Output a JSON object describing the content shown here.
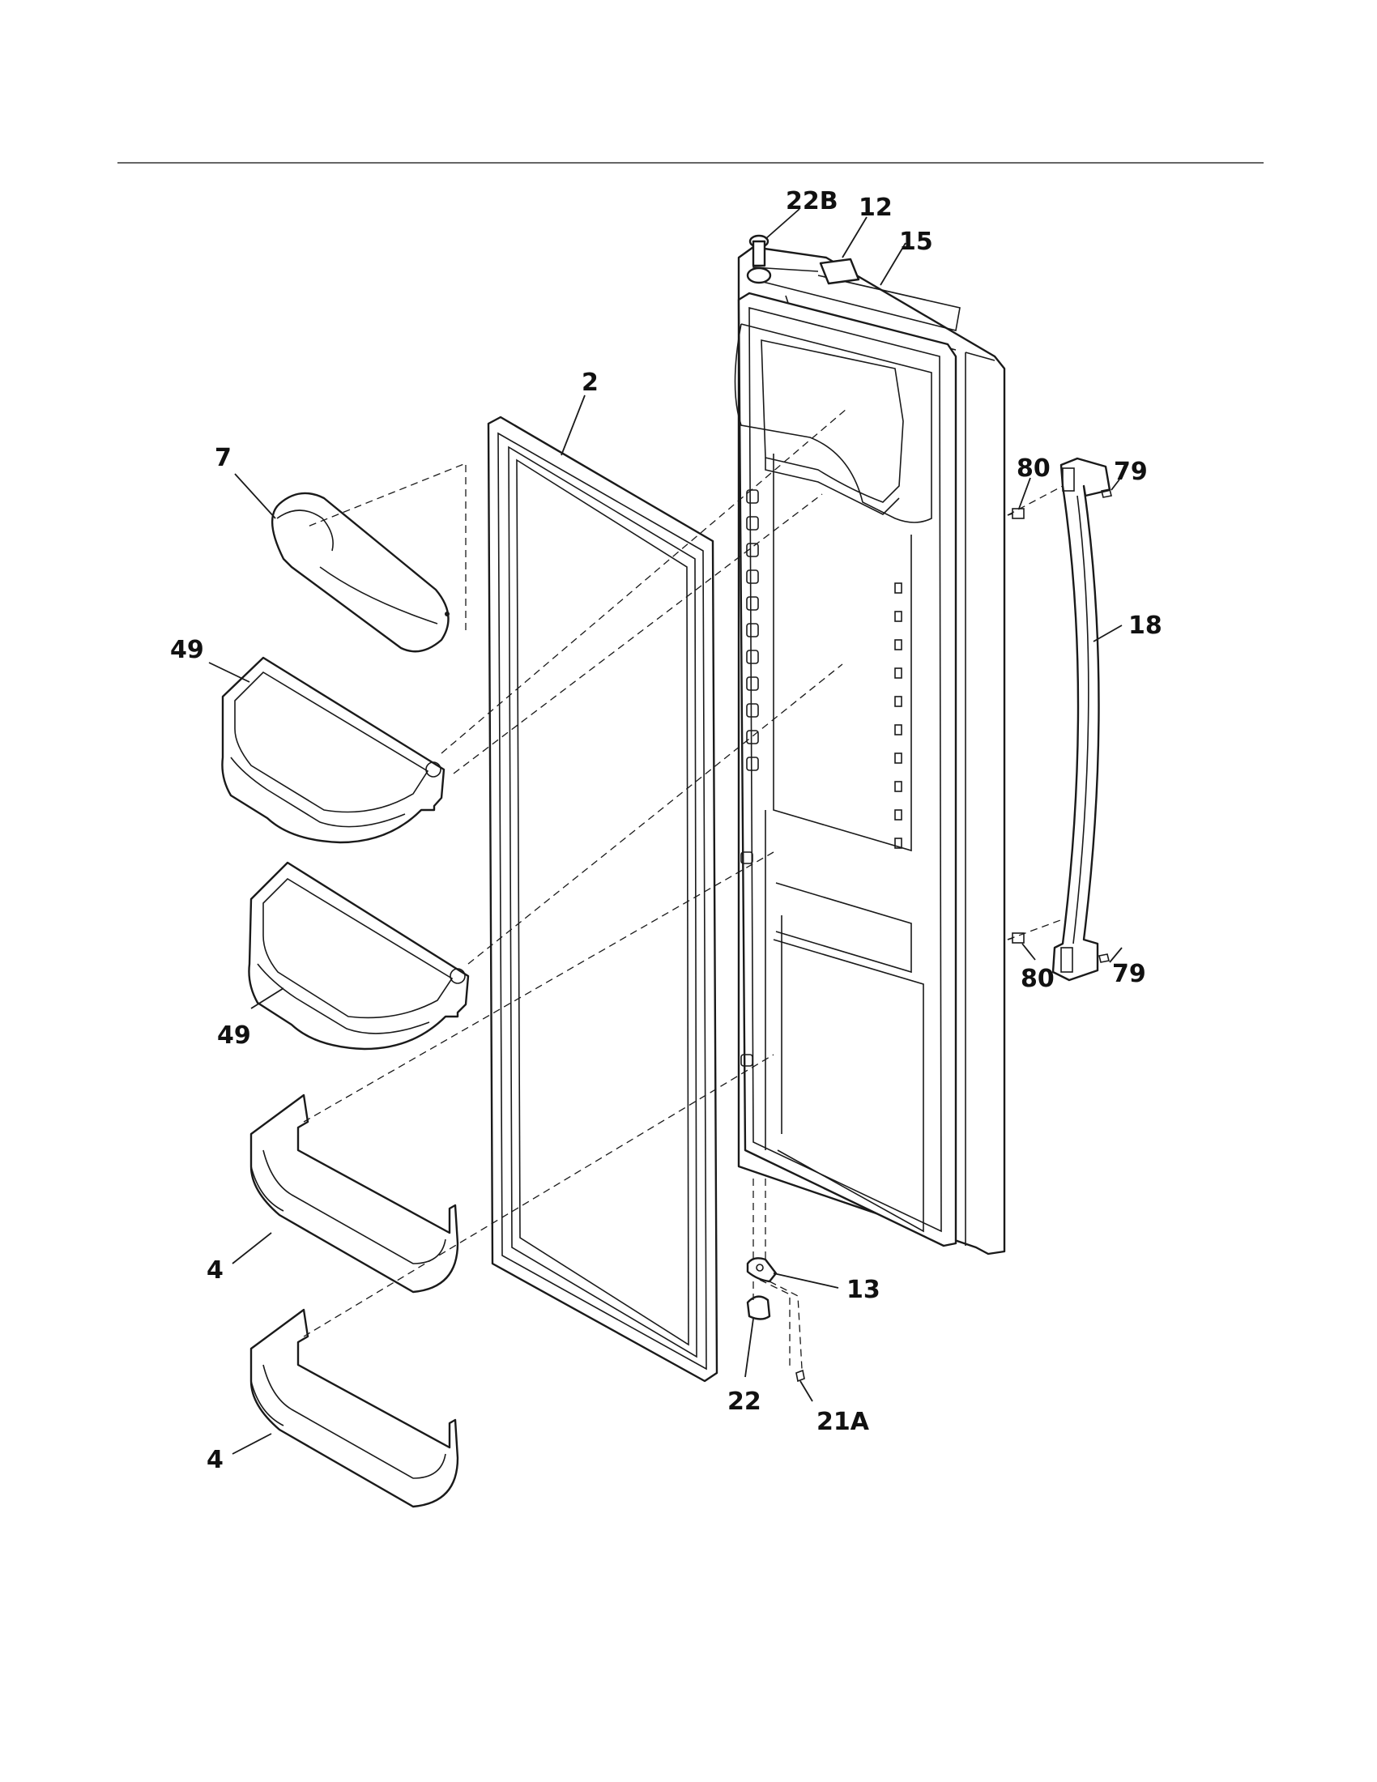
{
  "callouts": {
    "c22b": "22B",
    "c12": "12",
    "c15": "15",
    "c2": "2",
    "c7": "7",
    "c80a": "80",
    "c79a": "79",
    "c18": "18",
    "c49a": "49",
    "c49b": "49",
    "c80b": "80",
    "c79b": "79",
    "c4a": "4",
    "c13": "13",
    "c22": "22",
    "c21a": "21A",
    "c4b": "4"
  }
}
